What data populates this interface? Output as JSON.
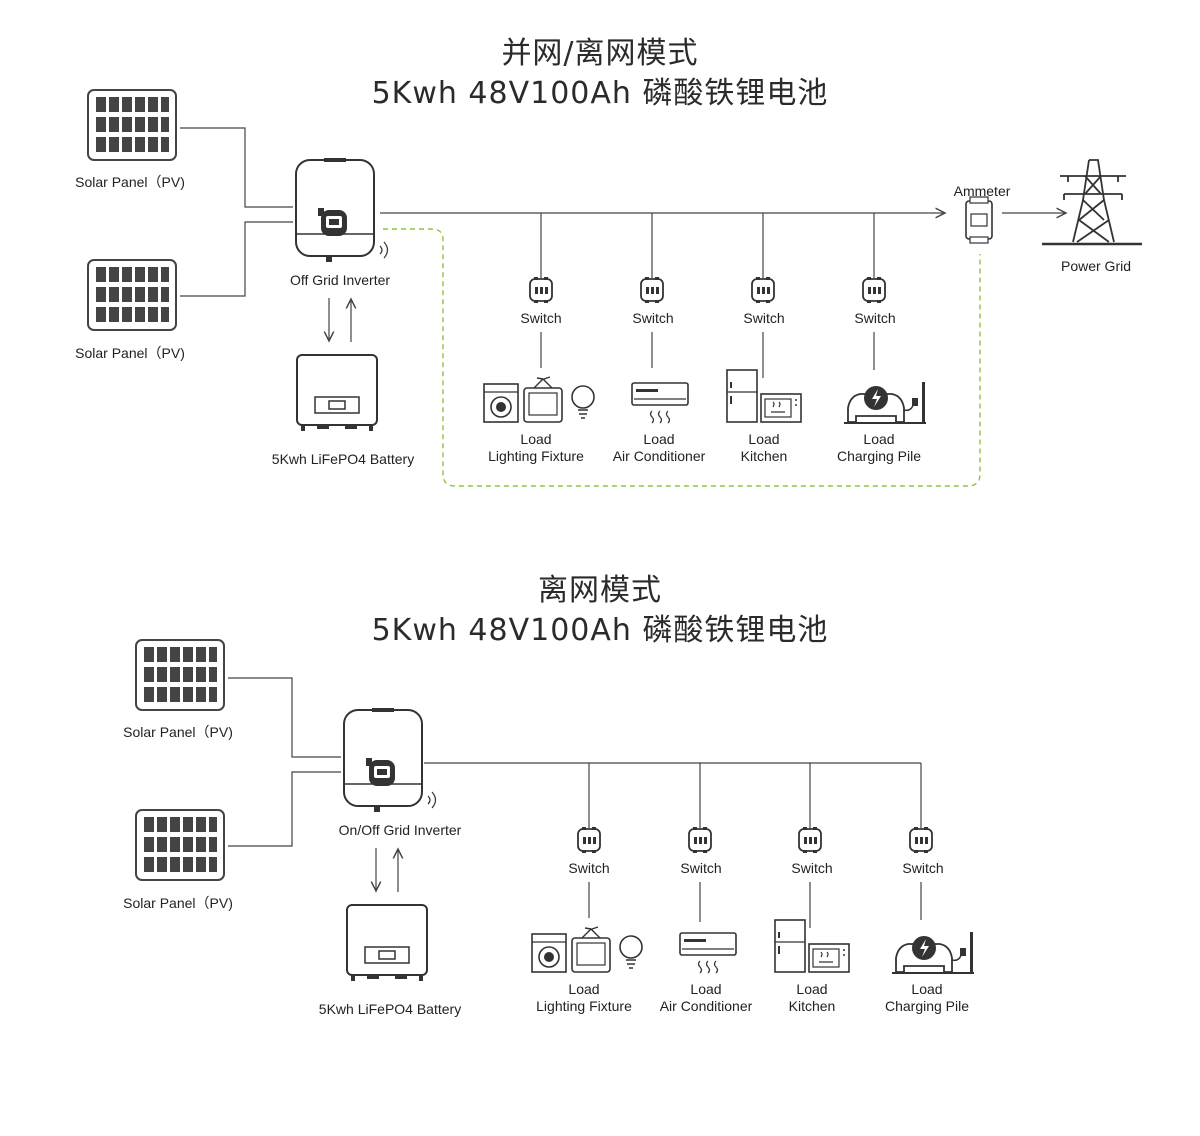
{
  "sections": [
    {
      "title": "并网/离网模式",
      "subtitle": "5Kwh 48V100Ah 磷酸铁锂电池",
      "solar_label": "Solar Panel（PV)",
      "inverter_label": "Off Grid Inverter",
      "battery_label": "5Kwh LiFePO4 Battery",
      "ammeter_label": "Ammeter",
      "grid_label": "Power Grid",
      "switch_label": "Switch",
      "loads": [
        {
          "line1": "Load",
          "line2": "Lighting Fixture"
        },
        {
          "line1": "Load",
          "line2": "Air Conditioner"
        },
        {
          "line1": "Load",
          "line2": "Kitchen"
        },
        {
          "line1": "Load",
          "line2": "Charging Pile"
        }
      ]
    },
    {
      "title": "离网模式",
      "subtitle": "5Kwh 48V100Ah 磷酸铁锂电池",
      "solar_label": "Solar Panel（PV)",
      "inverter_label": "On/Off Grid Inverter",
      "battery_label": "5Kwh LiFePO4 Battery",
      "switch_label": "Switch",
      "loads": [
        {
          "line1": "Load",
          "line2": "Lighting Fixture"
        },
        {
          "line1": "Load",
          "line2": "Air Conditioner"
        },
        {
          "line1": "Load",
          "line2": "Kitchen"
        },
        {
          "line1": "Load",
          "line2": "Charging Pile"
        }
      ]
    }
  ],
  "colors": {
    "line": "#444444",
    "device": "#333333",
    "green_dashed": "#8dc63f"
  }
}
